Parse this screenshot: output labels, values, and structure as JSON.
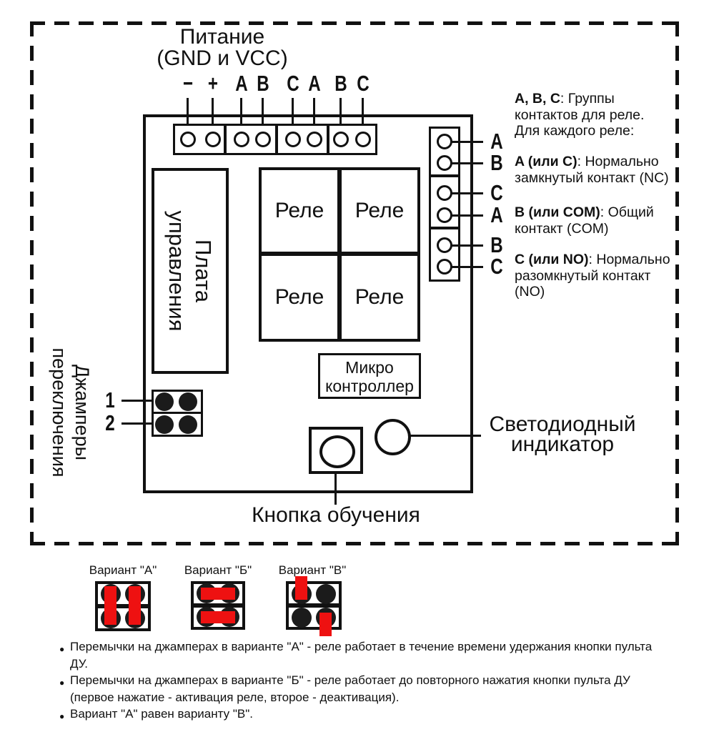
{
  "power": {
    "title_line1": "Питание",
    "title_line2": "(GND и VCC)"
  },
  "top_terminals": {
    "labels": [
      "−",
      "+",
      "A",
      "B",
      "C",
      "A",
      "B",
      "C"
    ]
  },
  "board": {
    "control_board": {
      "line1": "Плата",
      "line2": "управления"
    },
    "relay_label": "Реле",
    "mcu": {
      "line1": "Микро",
      "line2": "контроллер"
    }
  },
  "jumpers": {
    "title_line1": "Джамперы",
    "title_line2": "переключения",
    "pin1_label": "1",
    "pin2_label": "2"
  },
  "led": {
    "label_line1": "Светодиодный",
    "label_line2": "индикатор"
  },
  "learn_button": {
    "label": "Кнопка обучения"
  },
  "right_terminals": {
    "labels": [
      "A",
      "B",
      "C",
      "A",
      "B",
      "C"
    ]
  },
  "contact_notes": [
    {
      "lines": [
        {
          "b": "A, B, C",
          "t": ": Группы"
        },
        {
          "t": "контактов для реле."
        },
        {
          "t": "Для каждого реле:"
        }
      ]
    },
    {
      "lines": [
        {
          "b": "A (или C)",
          "t": ": Нормально"
        },
        {
          "t": "замкнутый контакт (NC)"
        }
      ]
    },
    {
      "lines": [
        {
          "b": "B (или COM)",
          "t": ": Общий"
        },
        {
          "t": "контакт (COM)"
        }
      ]
    },
    {
      "lines": [
        {
          "b": "C (или NO)",
          "t": ": Нормально"
        },
        {
          "t": "разомкнутый контакт"
        },
        {
          "t": "(NO)"
        }
      ]
    }
  ],
  "variants": {
    "a": {
      "label": "Вариант \"А\"",
      "jumper_style": "two vertical jumpers"
    },
    "b": {
      "label": "Вариант \"Б\"",
      "jumper_style": "two horizontal jumpers"
    },
    "v": {
      "label": "Вариант \"В\"",
      "jumper_style": "single pins top-left and bottom-right"
    }
  },
  "footnotes": [
    "Перемычки на джамперах в варианте \"А\" - реле работает в течение времени удержания кнопки пульта ДУ.",
    "Перемычки на джамперах в варианте \"Б\" - реле работает до повторного нажатия кнопки пульта ДУ (первое нажатие - активация реле, второе - деактивация).",
    "Вариант \"А\" равен варианту \"В\"."
  ],
  "colors": {
    "line": "#111111",
    "jumper_red": "#ee1111",
    "pin_fill": "#1b1b1b"
  }
}
